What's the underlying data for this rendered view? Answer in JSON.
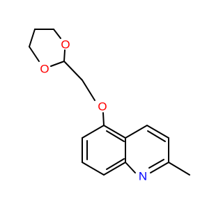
{
  "molecule": {
    "atoms": [
      {
        "id": "O1",
        "symbol": "O",
        "color": "#ff0000"
      },
      {
        "id": "O2",
        "symbol": "O",
        "color": "#ff0000"
      },
      {
        "id": "O3",
        "symbol": "O",
        "color": "#ff0000"
      },
      {
        "id": "N1",
        "symbol": "N",
        "color": "#0000ff"
      }
    ],
    "bond_color": "#000000",
    "background": "#ffffff"
  }
}
